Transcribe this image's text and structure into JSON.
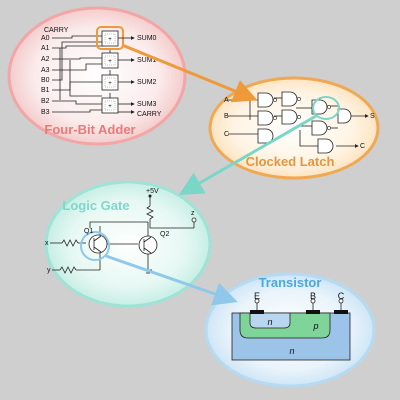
{
  "adder": {
    "title": "Four-Bit Adder",
    "inputs": [
      "CARRY",
      "A0",
      "A1",
      "A2",
      "A3",
      "B0",
      "B1",
      "B2",
      "B3"
    ],
    "outputs": [
      "SUM0",
      "SUM1",
      "SUM2",
      "SUM3",
      "CARRY"
    ]
  },
  "latch": {
    "title": "Clocked Latch",
    "pins": [
      "A",
      "B",
      "C",
      "S",
      "C"
    ]
  },
  "gate": {
    "title": "Logic Gate",
    "supply": "+5V",
    "out": "z",
    "in_x": "x",
    "in_y": "y",
    "q1": "Q1",
    "q2": "Q2"
  },
  "transistor": {
    "title": "Transistor",
    "terminals": [
      "E",
      "B",
      "C"
    ],
    "regions": [
      "n",
      "p",
      "n"
    ]
  },
  "colors": {
    "adder_title": "#e87a7a",
    "latch_title": "#e8943a",
    "gate_title": "#7fd8c8",
    "transistor_title": "#4aa8e0",
    "arrow_orange": "#ee9a3a",
    "arrow_teal": "#7ad6c6",
    "arrow_blue": "#8fc8ea"
  }
}
